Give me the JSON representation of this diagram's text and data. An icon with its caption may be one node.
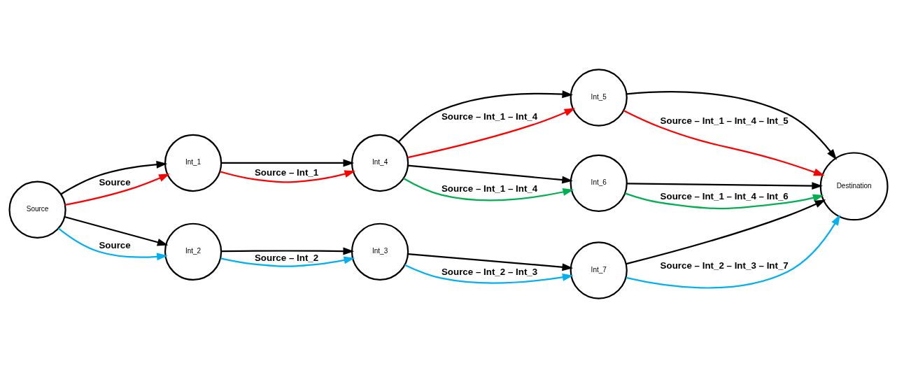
{
  "diagram": {
    "nodes": [
      {
        "text": [
          "Source"
        ]
      },
      {
        "text": [
          "Int_1"
        ]
      },
      {
        "text": [
          "Int_4"
        ]
      },
      {
        "text": [
          "Int_5"
        ]
      },
      {
        "text": [
          "Int_6"
        ]
      },
      {
        "text": [
          "Destination"
        ]
      },
      {
        "text": [
          "Int_2"
        ]
      },
      {
        "text": [
          "Int_3"
        ]
      },
      {
        "text": [
          "Int_7"
        ]
      }
    ],
    "edges": [
      {
        "from": 0,
        "to": 1,
        "arrow": "to"
      },
      {
        "from": 0,
        "to": 1,
        "arrow": "to",
        "color": "#ff0000",
        "label": "Source"
      },
      {
        "from": 1,
        "to": 2,
        "arrow": "to"
      },
      {
        "from": 1,
        "to": 2,
        "arrow": "to",
        "color": "#ff0000",
        "label": "Source – Int_1"
      },
      {
        "from": 2,
        "to": 3,
        "arrow": "to"
      },
      {
        "from": 2,
        "to": 3,
        "arrow": "to",
        "color": "#ff0000",
        "label": "Source – Int_1 – Int_4"
      },
      {
        "from": 2,
        "to": 4,
        "arrow": "to"
      },
      {
        "from": 2,
        "to": 4,
        "arrow": "to",
        "color": "#00b050",
        "label": "Source – Int_1 – Int_4"
      },
      {
        "from": 3,
        "to": 5,
        "arrow": "to"
      },
      {
        "from": 3,
        "to": 5,
        "arrow": "to",
        "color": "#ff0000",
        "label": "Source – Int_1 – Int_4 – Int_5"
      },
      {
        "from": 4,
        "to": 5,
        "arrow": "to"
      },
      {
        "from": 4,
        "to": 5,
        "arrow": "to",
        "color": "#00b050",
        "label": "Source – Int_1 – Int_4 – Int_6"
      },
      {
        "from": 0,
        "to": 6,
        "arrow": "to"
      },
      {
        "from": 0,
        "to": 6,
        "arrow": "to",
        "color": "#00b0f0",
        "label": "Source"
      },
      {
        "from": 6,
        "to": 7,
        "arrow": "to"
      },
      {
        "from": 6,
        "to": 7,
        "arrow": "to",
        "color": "#00b0f0",
        "label": "Source – Int_2"
      },
      {
        "from": 7,
        "to": 8,
        "arrow": "to"
      },
      {
        "from": 7,
        "to": 8,
        "arrow": "to",
        "color": "#00b0f0",
        "label": "Source – Int_2 – Int_3"
      },
      {
        "from": 8,
        "to": 5,
        "arrow": "to"
      },
      {
        "from": 8,
        "to": 5,
        "arrow": "to",
        "color": "#00b0f0",
        "label": "Source – Int_2 – Int_3 – Int_7"
      }
    ]
  }
}
